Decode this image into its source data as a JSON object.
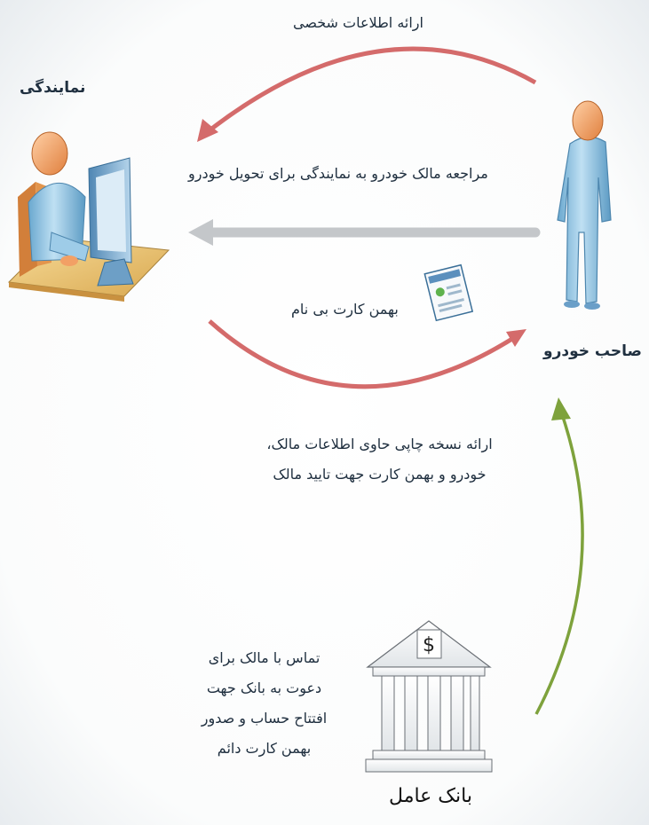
{
  "labels": {
    "provide_personal_info": "ارائه اطلاعات شخصی",
    "dealership": "نمایندگی",
    "owner_visit": "مراجعه  مالک خودرو به نمایندگی برای تحویل خودرو",
    "anonymous_card": "بهمن کارت  بی نام",
    "car_owner": "صاحب خودرو",
    "printed_copy_lines": [
      "ارائه نسخه چاپی حاوی اطلاعات مالک،",
      "خودرو  و بهمن کارت جهت تایید مالک"
    ],
    "bank_contact_lines": [
      "تماس با مالک برای",
      "دعوت به بانک جهت",
      "افتتاح حساب  و صدور",
      "بهمن کارت دائم"
    ],
    "agent_bank": "بانک عامل",
    "dollar_sign": "$"
  },
  "colors": {
    "background_gray": "#e7ecef",
    "arrow_red": "#d46b6b",
    "arrow_gray": "#c4c7ca",
    "arrow_green": "#7ea23c",
    "person_blue": "#8fc3e2",
    "person_head": "#f2a065",
    "desk": "#e9c476",
    "bank_gray": "#eef0f2"
  },
  "icons": [
    "dealership-person-icon",
    "car-owner-person-icon",
    "bank-card-icon",
    "bank-building-icon"
  ]
}
